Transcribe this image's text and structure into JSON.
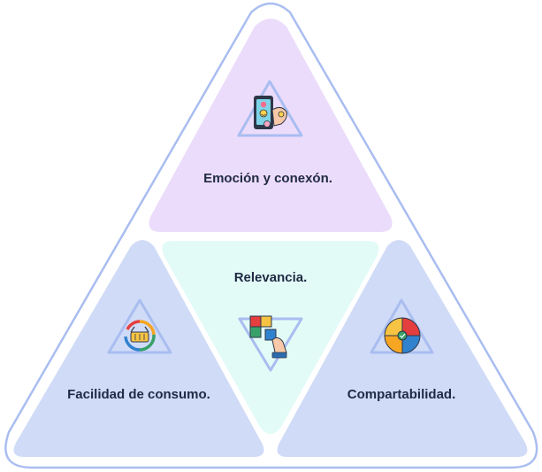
{
  "diagram": {
    "sections": {
      "top": {
        "label": "Emoción y conexón.",
        "icon": "phone-emotion-icon",
        "fill": "#ecdcfb"
      },
      "center": {
        "label": "Relevancia.",
        "icon": "puzzle-hand-icon",
        "fill": "#e2fbf7"
      },
      "left": {
        "label": "Facilidad de consumo.",
        "icon": "basket-cycle-icon",
        "fill": "#d0dbf7"
      },
      "right": {
        "label": "Compartabilidad.",
        "icon": "puzzle-circle-icon",
        "fill": "#d0dbf7"
      }
    },
    "outline_color": "#a9bdf0"
  }
}
